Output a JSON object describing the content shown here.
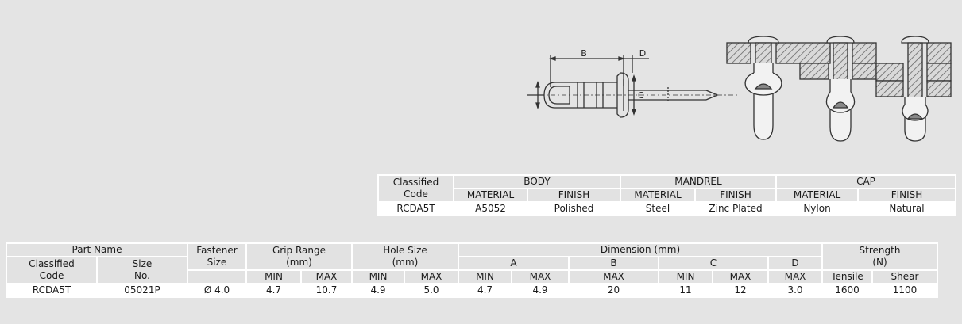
{
  "drawing": {
    "dimension_letters": [
      "B",
      "D",
      "C"
    ],
    "colors": {
      "line": "#333333",
      "hatch": "#666666"
    }
  },
  "material_table": {
    "headers": {
      "classified": "Classified",
      "code": "Code",
      "body": "BODY",
      "mandrel": "MANDREL",
      "cap": "CAP",
      "material": "MATERIAL",
      "finish": "FINISH"
    },
    "row": [
      "RCDA5T",
      "A5052",
      "Polished",
      "Steel",
      "Zinc Plated",
      "Nylon",
      "Natural"
    ]
  },
  "spec_table": {
    "headers": {
      "part_name": "Part Name",
      "classified": "Classified",
      "code": "Code",
      "size": "Size",
      "no": "No.",
      "fastener": "Fastener",
      "fastener_size": "Size",
      "grip_range": "Grip Range",
      "hole_size": "Hole Size",
      "mm": "(mm)",
      "dimension": "Dimension (mm)",
      "a": "A",
      "b": "B",
      "c": "C",
      "d": "D",
      "strength": "Strength",
      "n": "(N)",
      "min": "MIN",
      "max": "MAX",
      "tensile": "Tensile",
      "shear": "Shear"
    },
    "row": [
      "RCDA5T",
      "05021P",
      "Ø 4.0",
      "4.7",
      "10.7",
      "4.9",
      "5.0",
      "4.7",
      "4.9",
      "20",
      "11",
      "12",
      "3.0",
      "1600",
      "1100"
    ]
  }
}
